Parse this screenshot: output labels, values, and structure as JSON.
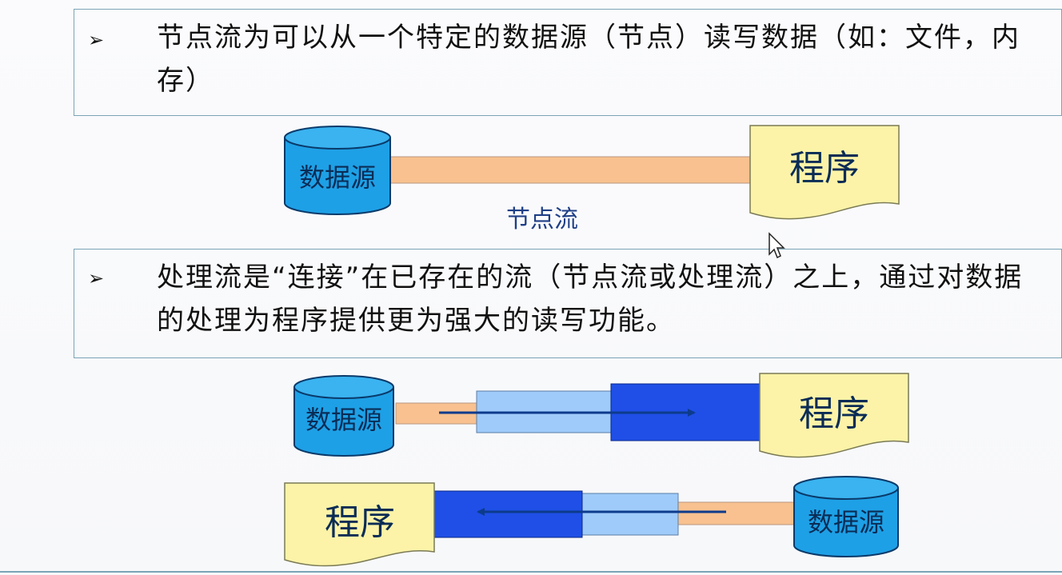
{
  "bullets": [
    {
      "marker": "➢",
      "text": "节点流为可以从一个特定的数据源（节点）读写数据（如：文件，内存）"
    },
    {
      "marker": "➢",
      "text": "处理流是“连接”在已存在的流（节点流或处理流）之上，通过对数据的处理为程序提供更为强大的读写功能。"
    }
  ],
  "diagram_node": {
    "source_label": "数据源",
    "program_label": "程序",
    "stream_label": "节点流"
  },
  "diagram_processing_read": {
    "source_label": "数据源",
    "program_label": "程序"
  },
  "diagram_processing_write": {
    "source_label": "数据源",
    "program_label": "程序"
  },
  "colors": {
    "cylinder_fill": "#1ea0e6",
    "cylinder_stroke": "#0a3a6a",
    "document_fill": "#fcf3a8",
    "pipe_orange": "#f8c18f",
    "pipe_light_blue": "#9fcbfa",
    "pipe_dark_blue": "#1f4fe6",
    "arrow": "#0d3b8c",
    "label_dark": "#0a2c55",
    "stream_label": "#1f3f86",
    "border": "#7aa5b6"
  },
  "icons": {
    "bullet": "arrowhead-bullet-icon",
    "pointer": "mouse-cursor-icon"
  }
}
